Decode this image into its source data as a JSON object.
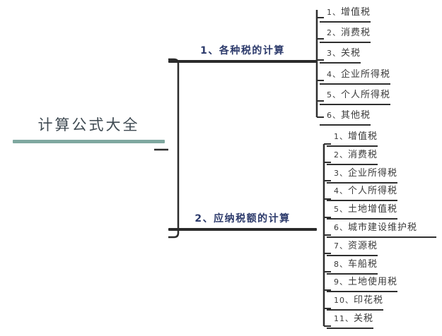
{
  "root": {
    "label": "计算公式大全",
    "underline_color": "#7fa8a0"
  },
  "branches": [
    {
      "label": "1、各种税的计算",
      "color": "#2c3a6b",
      "items": [
        {
          "num": "1、",
          "text": "增值税"
        },
        {
          "num": "2、",
          "text": "消费税"
        },
        {
          "num": "3、",
          "text": "关税"
        },
        {
          "num": "4、",
          "text": "企业所得税"
        },
        {
          "num": "5、",
          "text": "个人所得税"
        },
        {
          "num": "6、",
          "text": "其他税"
        }
      ]
    },
    {
      "label": "2、应纳税额的计算",
      "color": "#2c3a6b",
      "items": [
        {
          "num": "1、",
          "text": "增值税"
        },
        {
          "num": "2、",
          "text": "消费税"
        },
        {
          "num": "3、",
          "text": "企业所得税"
        },
        {
          "num": "4、",
          "text": "个人所得税"
        },
        {
          "num": "5、",
          "text": "土地增值税"
        },
        {
          "num": "6、",
          "text": "城市建设维护税"
        },
        {
          "num": "7、",
          "text": "资源税"
        },
        {
          "num": "8、",
          "text": "车船税"
        },
        {
          "num": "9、",
          "text": "土地使用税"
        },
        {
          "num": "10、",
          "text": "印花税"
        },
        {
          "num": "11、",
          "text": "关税"
        }
      ]
    }
  ]
}
